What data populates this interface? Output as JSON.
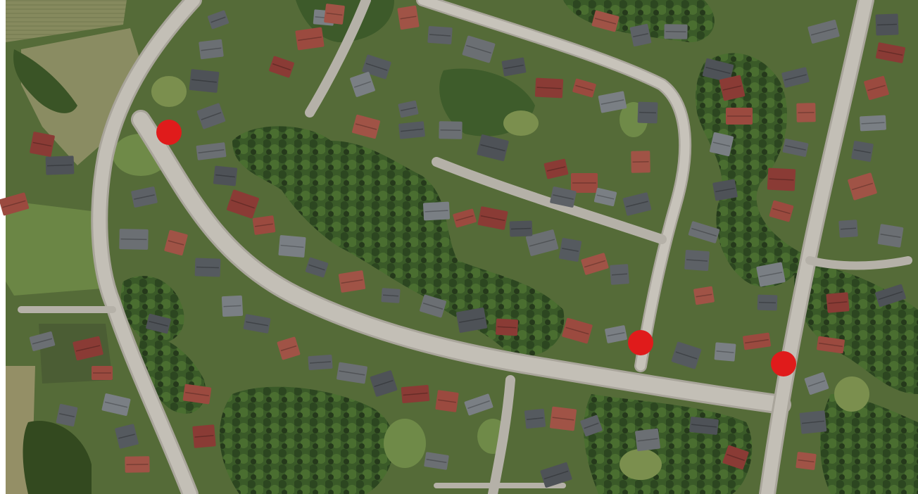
{
  "map": {
    "kind": "satellite-aerial",
    "colors": {
      "vegetation_dark": "#2f4a22",
      "vegetation_mid": "#4d6b33",
      "lawn": "#7b8f4e",
      "field": "#8e8f62",
      "road": "#bdbab2",
      "road_edge": "#a9a59b",
      "roof_gray": "#5d6166",
      "roof_red": "#8a3b35",
      "marker": "#e01b1b"
    },
    "markers": [
      {
        "name": "marker-1"
      },
      {
        "name": "marker-2"
      },
      {
        "name": "marker-3"
      }
    ]
  }
}
